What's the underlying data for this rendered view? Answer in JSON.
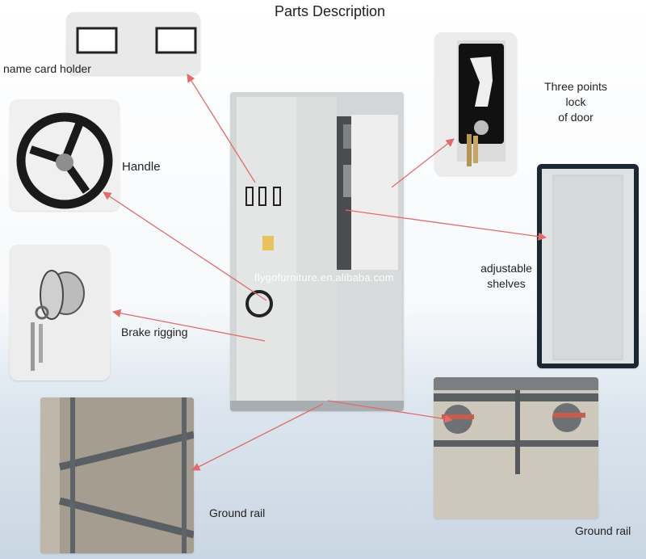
{
  "title": "Parts Description",
  "watermark": "flygofurniture.en.alibaba.com",
  "labels": {
    "name_card_holder": "name card holder",
    "three_points_lock_line1": "Three points lock",
    "three_points_lock_line2": "of door",
    "handle": "Handle",
    "adjustable_line1": "adjustable",
    "adjustable_line2": "shelves",
    "brake_rigging": "Brake  rigging",
    "ground_rail_left": "Ground rail",
    "ground_rail_right": "Ground rail"
  },
  "colors": {
    "arrow": "#e06b6b",
    "steel_panel": "#d9dcdc",
    "handle_black": "#1a1a1a",
    "lock_black": "#111111",
    "rail_gray": "#5a5f63"
  }
}
